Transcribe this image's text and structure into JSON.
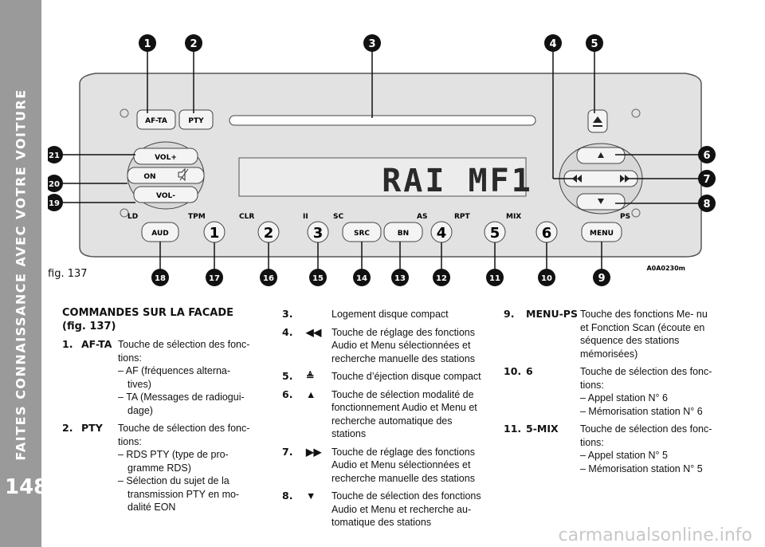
{
  "sidebar": {
    "title": "FAITES CONNAISSANCE AVEC VOTRE VOITURE",
    "page_number": "148"
  },
  "figure": {
    "caption": "fig. 137",
    "code": "A0A0230m",
    "display": "RAI MF1",
    "buttons": {
      "af_ta": "AF-TA",
      "pty": "PTY",
      "vol_plus": "VOL+",
      "on": "ON",
      "vol_minus": "VOL-",
      "aud": "AUD",
      "src": "SRC",
      "bn": "BN",
      "menu": "MENU",
      "preset_1": "1",
      "preset_2": "2",
      "preset_3": "3",
      "preset_4": "4",
      "preset_5": "5",
      "preset_6": "6"
    },
    "labels": {
      "ld": "LD",
      "tpm": "TPM",
      "clr": "CLR",
      "ii": "II",
      "sc": "SC",
      "as": "AS",
      "rpt": "RPT",
      "mix": "MIX",
      "ps": "PS"
    },
    "callouts": [
      "1",
      "2",
      "3",
      "4",
      "5",
      "6",
      "7",
      "8",
      "9",
      "10",
      "11",
      "12",
      "13",
      "14",
      "15",
      "16",
      "17",
      "18",
      "19",
      "20",
      "21"
    ]
  },
  "content": {
    "heading": "COMMANDES SUR LA FACADE (fig. 137)",
    "col1": [
      {
        "num": "1.",
        "key": "AF-TA",
        "desc": "Touche de sélection des fonc- tions:",
        "subs": [
          "– AF (fréquences alterna- tives)",
          "– TA (Messages de radiogui- dage)"
        ]
      },
      {
        "num": "2.",
        "key": "PTY",
        "desc": "Touche de sélection des fonc- tions:",
        "subs": [
          "– RDS PTY (type de pro- gramme RDS)",
          "– Sélection du sujet de la transmission PTY en mo- dalité EON"
        ]
      }
    ],
    "col2": [
      {
        "num": "3.",
        "sym": "",
        "desc": "Logement disque compact"
      },
      {
        "num": "4.",
        "sym": "◀◀",
        "desc": "Touche de réglage des fonctions Audio et Menu sélectionnées et recherche manuelle des stations"
      },
      {
        "num": "5.",
        "sym": "≜",
        "desc": "Touche d’éjection disque compact"
      },
      {
        "num": "6.",
        "sym": "▲",
        "desc": "Touche de sélection modalité de fonctionnement Audio et Menu et recherche automatique des stations"
      },
      {
        "num": "7.",
        "sym": "▶▶",
        "desc": "Touche de réglage des fonctions Audio et Menu sélectionnées et recherche manuelle des stations"
      },
      {
        "num": "8.",
        "sym": "▼",
        "desc": "Touche de sélection des fonctions Audio et Menu et recherche au- tomatique des stations"
      }
    ],
    "col3": [
      {
        "num": "9.",
        "key": "MENU-PS",
        "desc": "Touche des fonctions Me- nu et Fonction Scan (écoute en séquence des stations mémorisées)",
        "subs": []
      },
      {
        "num": "10.",
        "key": "6",
        "desc": "Touche de sélection des fonc- tions:",
        "subs": [
          "– Appel station N° 6",
          "– Mémorisation station N° 6"
        ]
      },
      {
        "num": "11.",
        "key": "5-MIX",
        "desc": "Touche de sélection des fonc- tions:",
        "subs": [
          "– Appel station N° 5",
          "– Mémorisation station N° 5"
        ]
      }
    ]
  },
  "watermark": "carmanualsonline.info"
}
